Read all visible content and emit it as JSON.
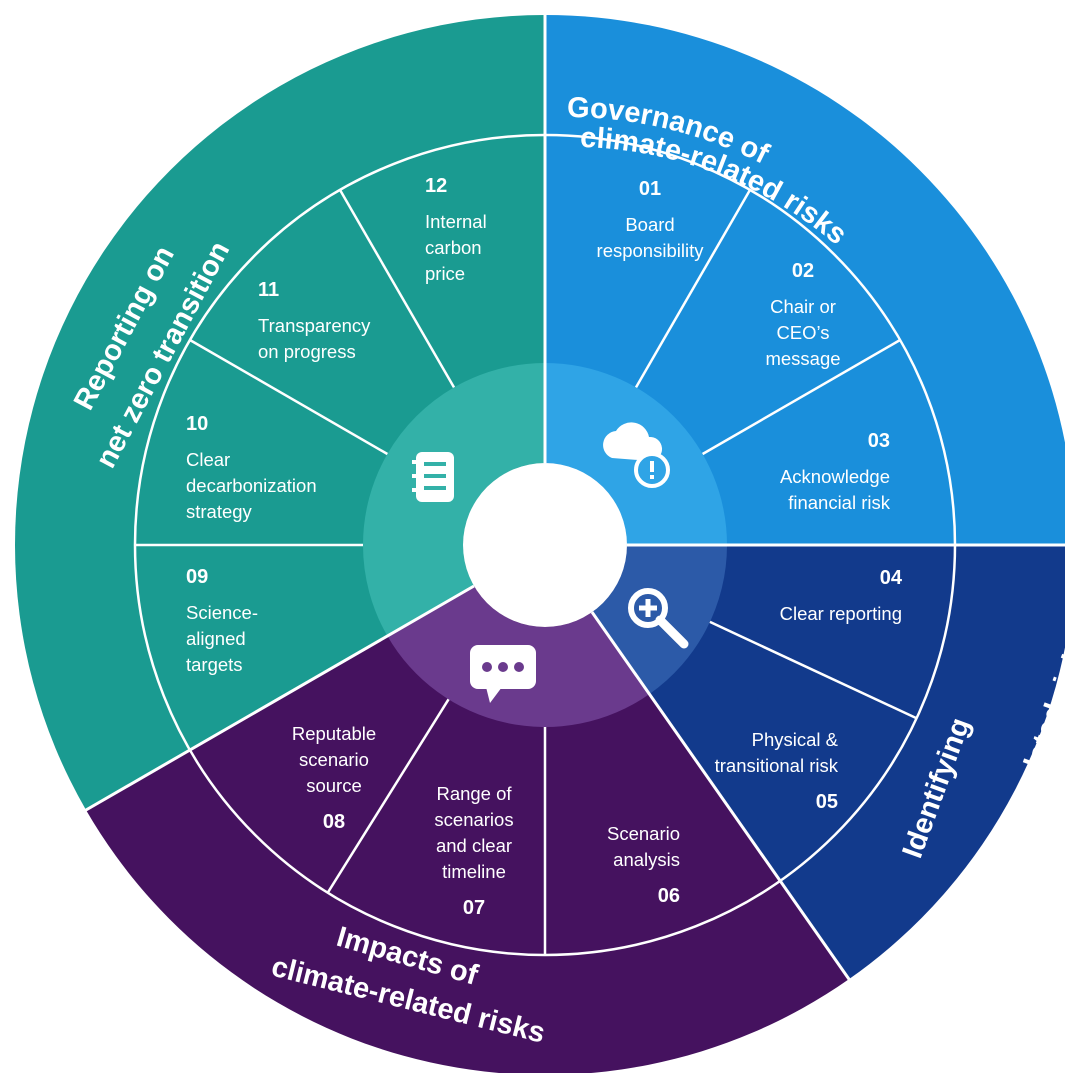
{
  "colors": {
    "governance": "#1a8fdb",
    "governance_inner": "#2fa4e6",
    "identifying": "#123a8c",
    "identifying_inner": "#2c5aa8",
    "impacts": "#45125f",
    "impacts_inner": "#6a3a8d",
    "reporting": "#1a9b91",
    "reporting_inner": "#33b1a8",
    "divider": "#ffffff"
  },
  "sections": [
    {
      "id": "governance",
      "title_lines": [
        "Governance of",
        "climate-related risks"
      ],
      "icon": "cloud-alert-icon",
      "items": [
        {
          "number": "01",
          "lines": [
            "Board",
            "responsibility"
          ]
        },
        {
          "number": "02",
          "lines": [
            "Chair or",
            "CEO’s",
            "message"
          ]
        },
        {
          "number": "03",
          "lines": [
            "Acknowledge",
            "financial risk"
          ]
        }
      ]
    },
    {
      "id": "identifying",
      "title_lines": [
        "Identifying",
        "climate-related risks"
      ],
      "icon": "magnifier-plus-icon",
      "items": [
        {
          "number": "04",
          "lines": [
            "Clear reporting"
          ]
        },
        {
          "number": "05",
          "lines": [
            "Physical &",
            "transitional risk"
          ]
        }
      ]
    },
    {
      "id": "impacts",
      "title_lines": [
        "Impacts of",
        "climate-related risks"
      ],
      "icon": "chat-bubble-icon",
      "items": [
        {
          "number": "06",
          "lines": [
            "Scenario",
            "analysis"
          ]
        },
        {
          "number": "07",
          "lines": [
            "Range of",
            "scenarios",
            "and clear",
            "timeline"
          ]
        },
        {
          "number": "08",
          "lines": [
            "Reputable",
            "scenario",
            "source"
          ]
        }
      ]
    },
    {
      "id": "reporting",
      "title_lines": [
        "Reporting on",
        "net zero transition"
      ],
      "icon": "notepad-icon",
      "items": [
        {
          "number": "09",
          "lines": [
            "Science-",
            "aligned",
            "targets"
          ]
        },
        {
          "number": "10",
          "lines": [
            "Clear",
            "decarbonization",
            "strategy"
          ]
        },
        {
          "number": "11",
          "lines": [
            "Transparency",
            "on progress"
          ]
        },
        {
          "number": "12",
          "lines": [
            "Internal",
            "carbon",
            "price"
          ]
        }
      ]
    }
  ]
}
